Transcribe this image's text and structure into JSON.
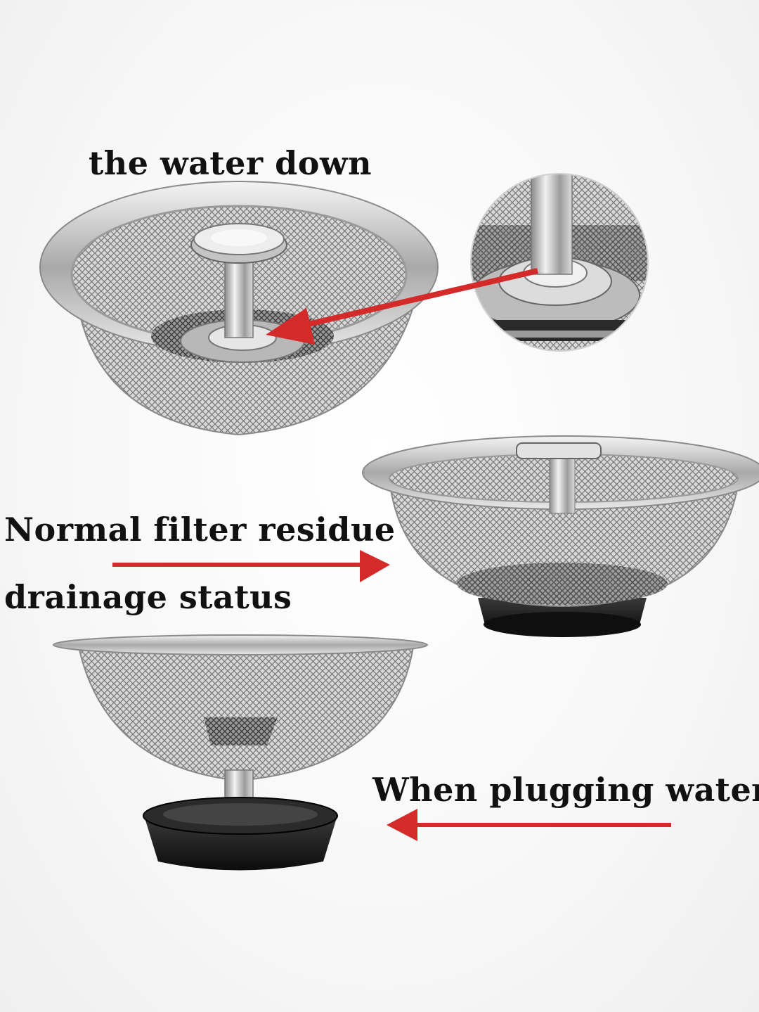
{
  "labels": {
    "water_down": "the water down",
    "normal_filter": "Normal filter residue",
    "drainage_status": "drainage status",
    "plugging": "When plugging water"
  },
  "colors": {
    "arrow": "#d42a2a",
    "steel": "#c9c9c9",
    "rubber": "#1a1a1a",
    "text": "#111111"
  }
}
